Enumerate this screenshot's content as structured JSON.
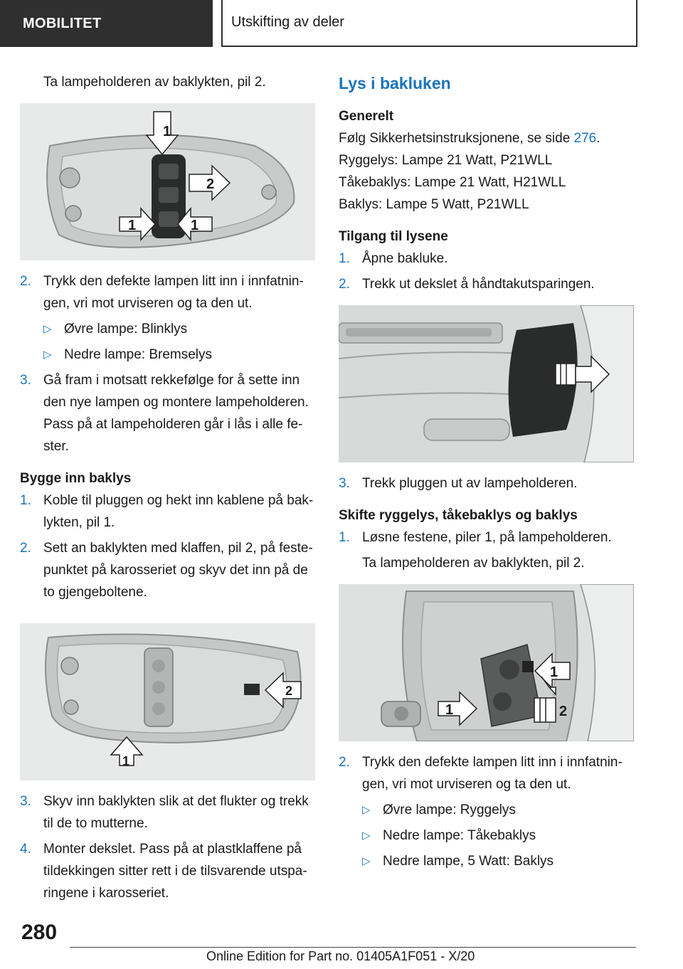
{
  "header": {
    "section": "MOBILITET",
    "title": "Utskifting av deler"
  },
  "left": {
    "intro": "Ta lampeholderen av baklykten, pil 2.",
    "fig1_labels": [
      "1",
      "2",
      "1",
      "1"
    ],
    "steps_a": [
      {
        "num": "2.",
        "text": "Trykk den defekte lampen litt inn i innfatnin­gen, vri mot urviseren og ta den ut."
      }
    ],
    "bullets_a": [
      "Øvre lampe: Blinklys",
      "Nedre lampe: Bremselys"
    ],
    "steps_b": [
      {
        "num": "3.",
        "text": "Gå fram i motsatt rekkefølge for å sette inn den nye lampen og montere lampeholderen. Pass på at lampeholderen går i lås i alle fe­ster."
      }
    ],
    "heading_install": "Bygge inn baklys",
    "steps_install": [
      {
        "num": "1.",
        "text": "Koble til pluggen og hekt inn kablene på bak­lykten, pil 1."
      },
      {
        "num": "2.",
        "text": "Sett an baklykten med klaffen, pil 2, på feste­punktet på karosseriet og skyv det inn på de to gjengeboltene."
      }
    ],
    "fig2_labels": [
      "2",
      "1"
    ],
    "steps_final": [
      {
        "num": "3.",
        "text": "Skyv inn baklykten slik at det flukter og trekk til de to mutterne."
      },
      {
        "num": "4.",
        "text": "Monter dekslet. Pass på at plastklaffene på tildekkingen sitter rett i de tilsvarende utspa­ringene i karosseriet."
      }
    ]
  },
  "right": {
    "title": "Lys i bakluken",
    "general_heading": "Generelt",
    "general_pre": "Følg Sikkerhetsinstruksjonene, se side ",
    "general_link": "276",
    "general_post": ".",
    "lamps": [
      "Ryggelys: Lampe 21 Watt, P21WLL",
      "Tåkebaklys: Lampe 21 Watt, H21WLL",
      "Baklys: Lampe 5 Watt, P21WLL"
    ],
    "access_heading": "Tilgang til lysene",
    "access_steps": [
      {
        "num": "1.",
        "text": "Åpne bakluke."
      },
      {
        "num": "2.",
        "text": "Trekk ut dekslet å håndtakutsparingen."
      }
    ],
    "access_step3": {
      "num": "3.",
      "text": "Trekk pluggen ut av lampeholderen."
    },
    "replace_heading": "Skifte ryggelys, tåkebaklys og baklys",
    "replace_step1": {
      "num": "1.",
      "text": "Løsne festene, piler 1, på lampeholderen."
    },
    "replace_step1_cont": "Ta lampeholderen av baklykten, pil 2.",
    "fig4_labels": [
      "1",
      "1",
      "2"
    ],
    "replace_step2": {
      "num": "2.",
      "text": "Trykk den defekte lampen litt inn i innfatnin­gen, vri mot urviseren og ta den ut."
    },
    "replace_bullets": [
      "Øvre lampe: Ryggelys",
      "Nedre lampe: Tåkebaklys",
      "Nedre lampe, 5 Watt: Baklys"
    ]
  },
  "footer": {
    "page": "280",
    "edition": "Online Edition for Part no. 01405A1F051 - X/20"
  }
}
